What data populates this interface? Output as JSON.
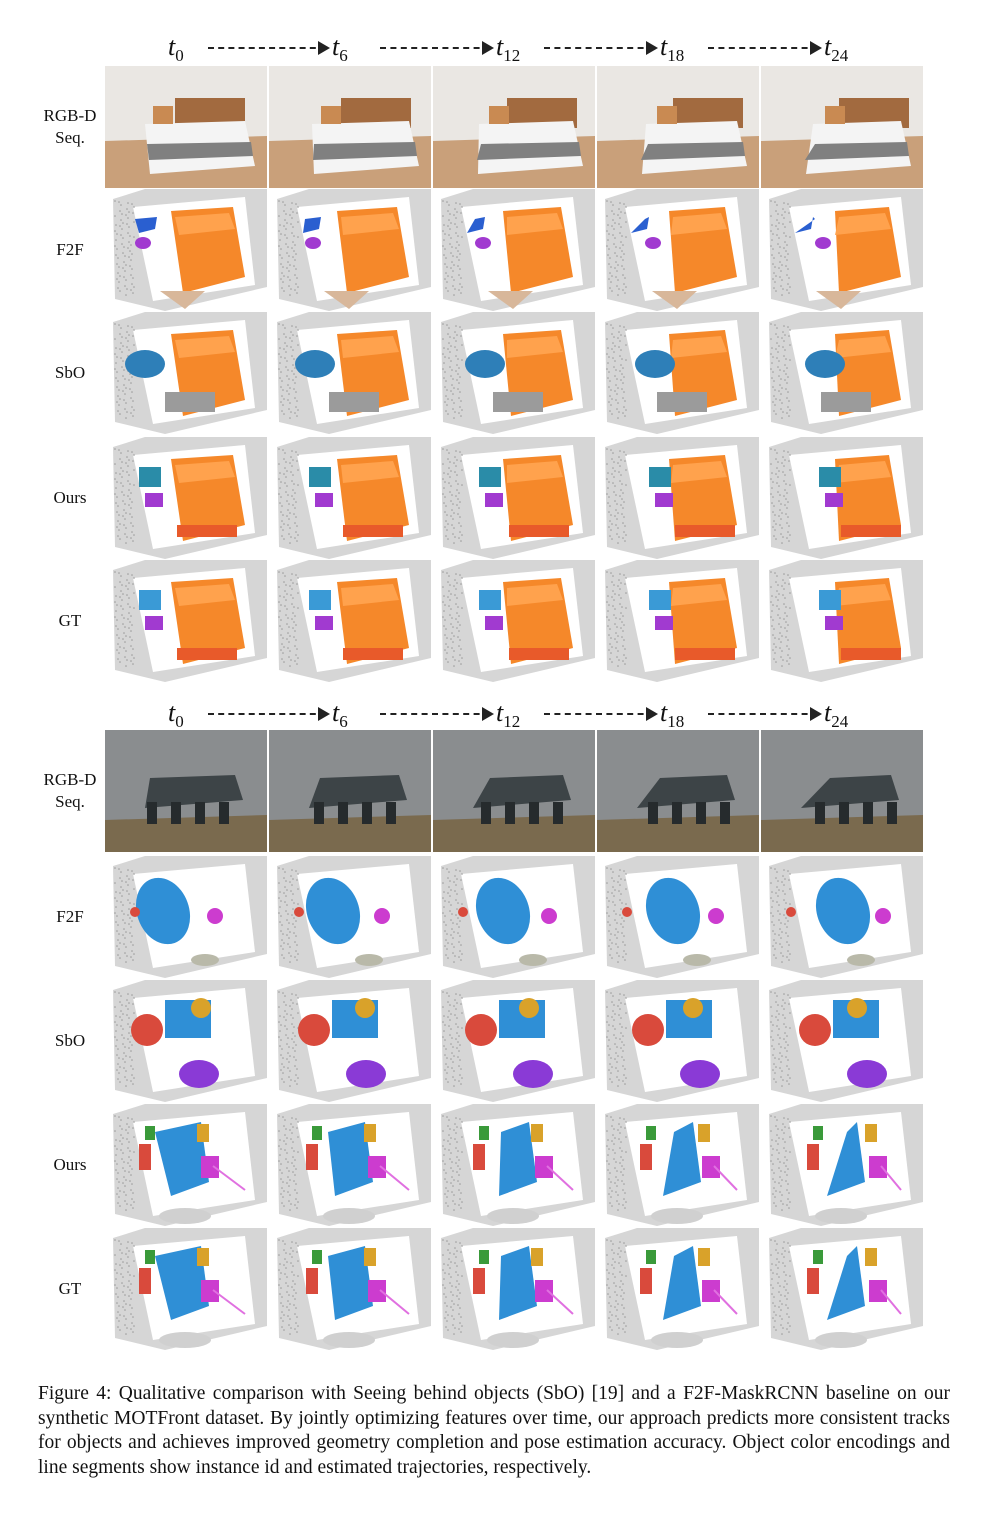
{
  "timeline_steps": [
    {
      "base": "t",
      "sub": "0"
    },
    {
      "base": "t",
      "sub": "6"
    },
    {
      "base": "t",
      "sub": "12"
    },
    {
      "base": "t",
      "sub": "18"
    },
    {
      "base": "t",
      "sub": "24"
    }
  ],
  "row_labels": {
    "rgbd_line1": "RGB-D",
    "rgbd_line2": "Seq.",
    "f2f": "F2F",
    "sbo": "SbO",
    "ours": "Ours",
    "gt": "GT"
  },
  "scene_colors": {
    "bedroom_bed": "#f5882a",
    "bedroom_nightstand": "#2e7fb8",
    "bedroom_chair": "#a13ad0",
    "dining_table": "#2f8fd6",
    "dining_chair_red": "#d94a3c",
    "dining_chair_green": "#3a9a3a",
    "dining_chair_yellow": "#d9a22a",
    "dining_chair_magenta": "#cc3ccf",
    "trajectory": "#e070e0",
    "floor_points": "#c9c9c9"
  },
  "caption": "Figure 4: Qualitative comparison with Seeing behind objects (SbO) [19] and a F2F-MaskRCNN baseline on our synthetic MOTFront dataset. By jointly optimizing features over time, our approach predicts more consistent tracks for objects and achieves improved geometry completion and pose estimation accuracy. Object color encodings and line segments show instance id and estimated trajectories, respectively."
}
